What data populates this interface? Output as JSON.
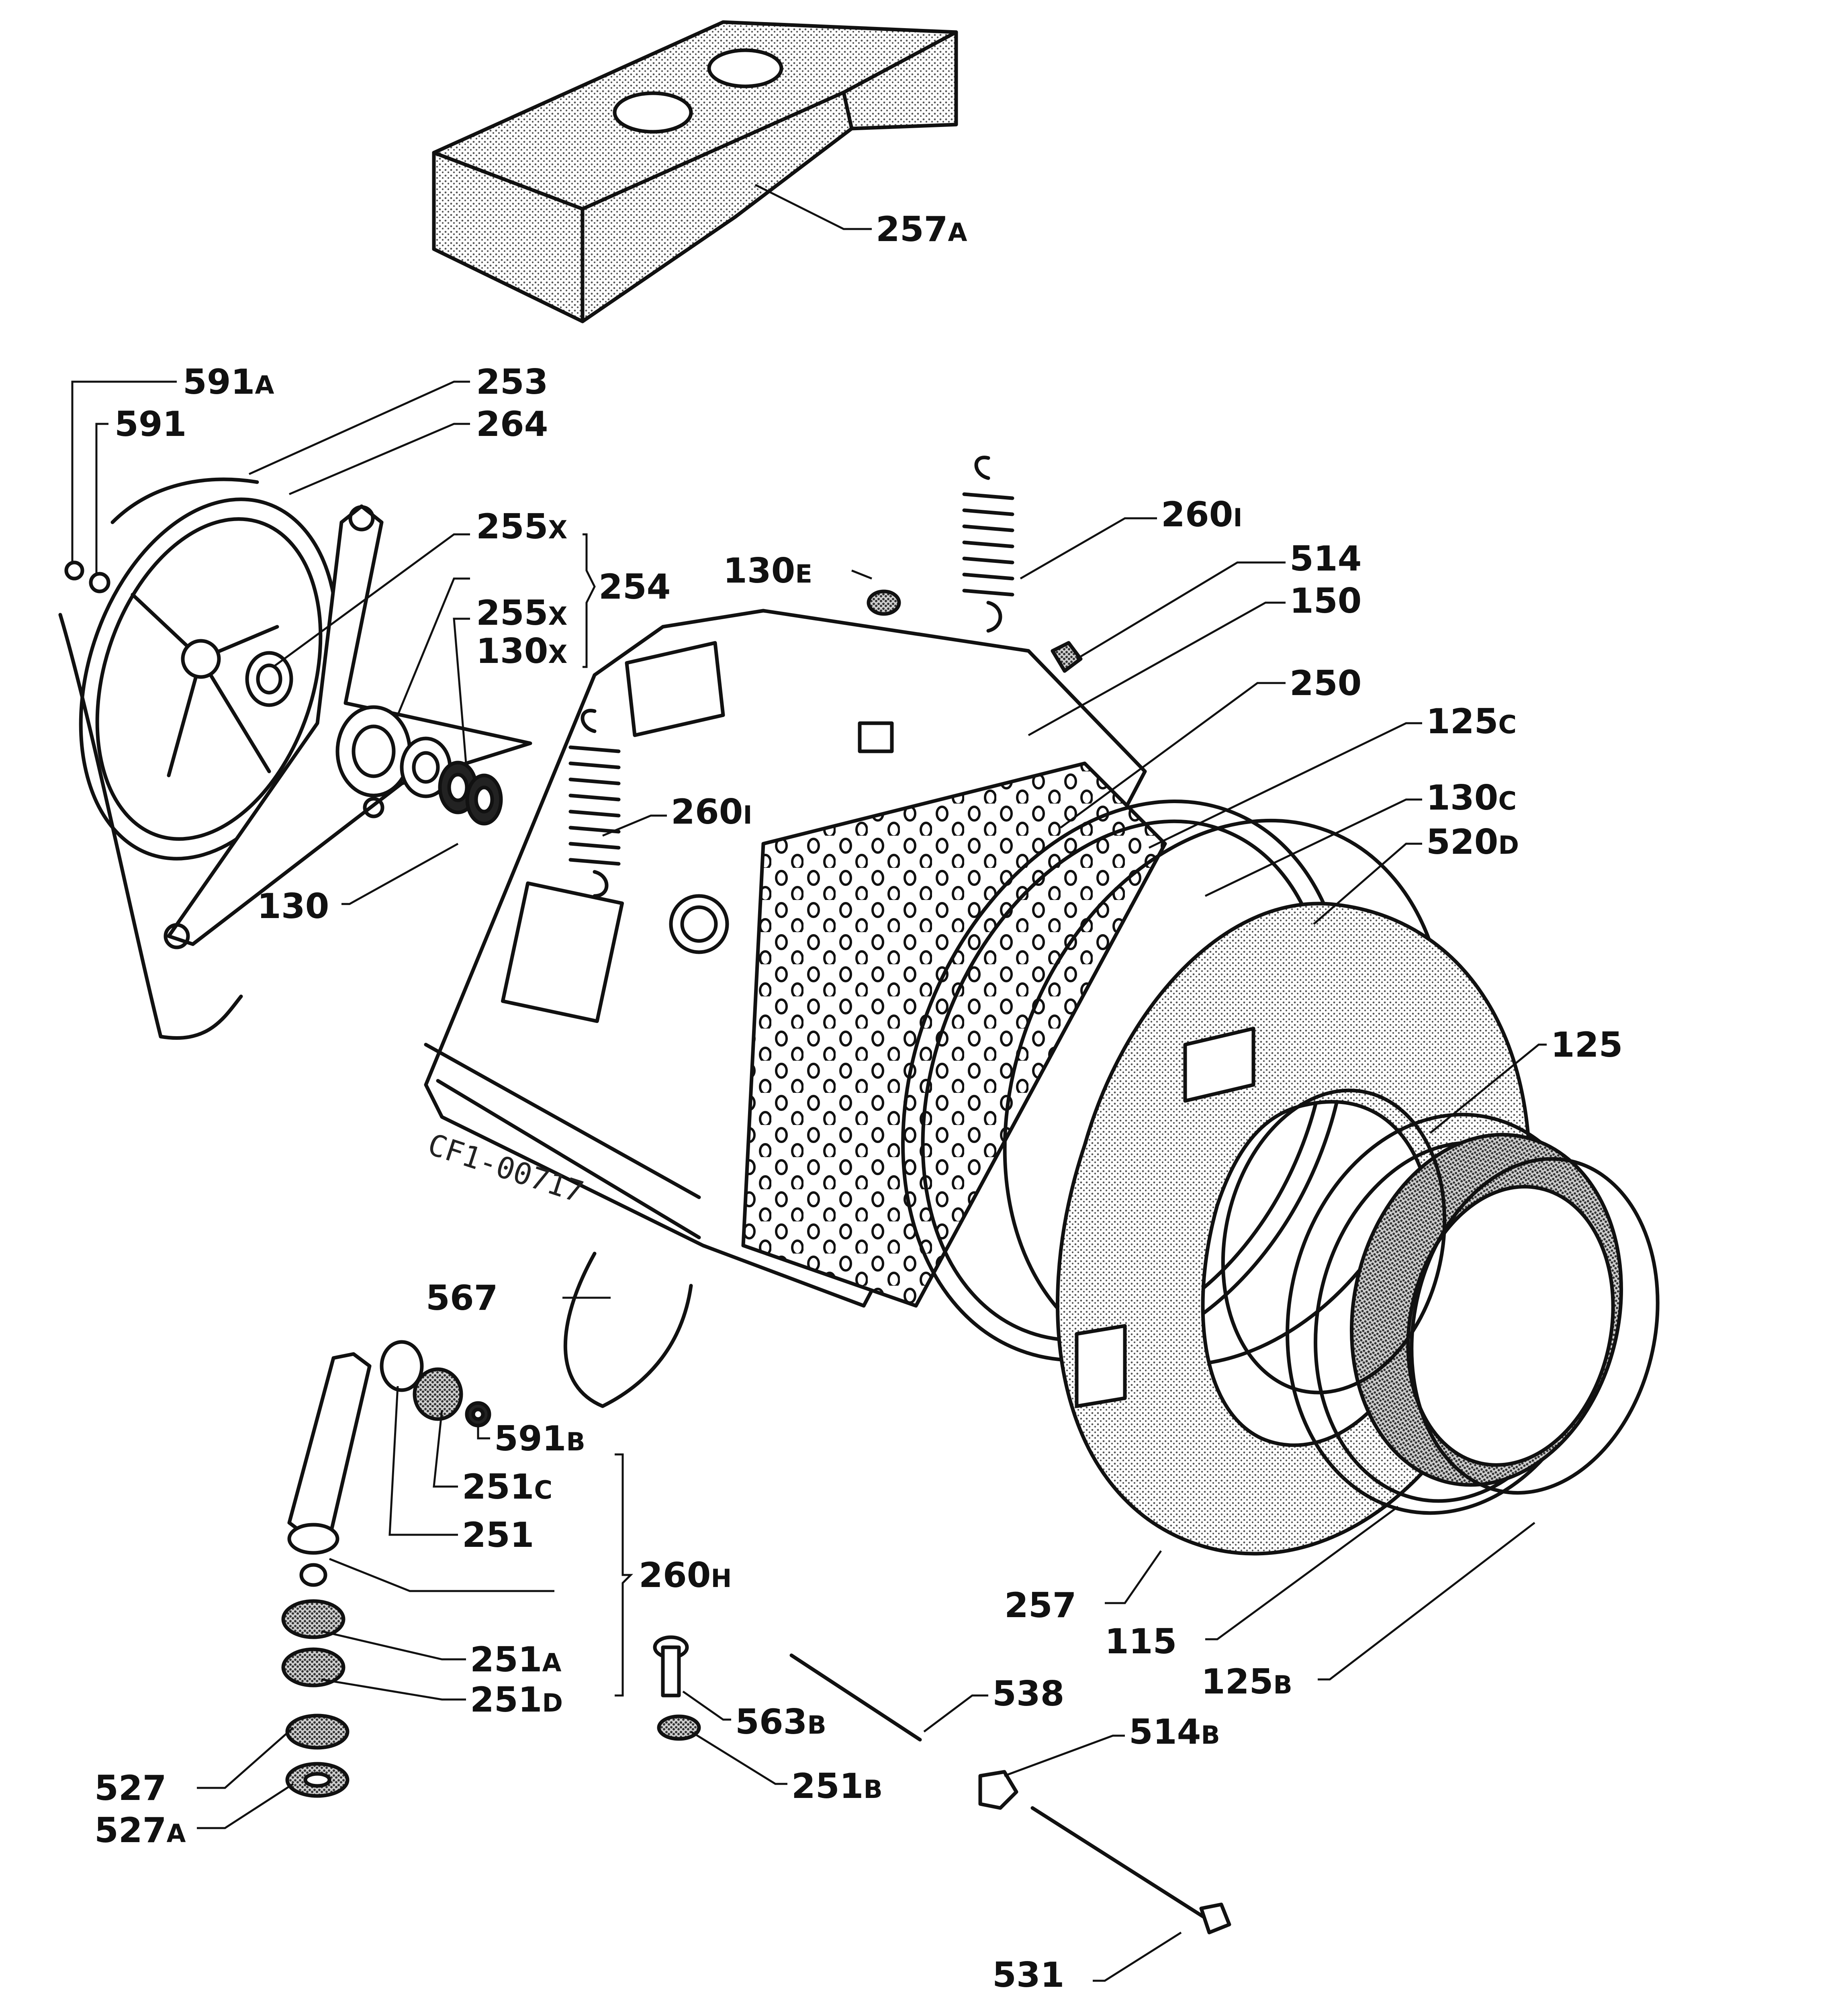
{
  "diagram_code": "CF1-00717",
  "colors": {
    "ink": "#111111",
    "stipple": "#bdbdbd",
    "paper": "#ffffff"
  },
  "labels": {
    "p257a": {
      "num": "257",
      "sfx": "A"
    },
    "p591a": {
      "num": "591",
      "sfx": "A"
    },
    "p253": {
      "num": "253",
      "sfx": ""
    },
    "p591": {
      "num": "591",
      "sfx": ""
    },
    "p264": {
      "num": "264",
      "sfx": ""
    },
    "p260i_a": {
      "num": "260",
      "sfx": "I"
    },
    "p255x_a": {
      "num": "255",
      "sfx": "X"
    },
    "p254": {
      "num": "254",
      "sfx": ""
    },
    "p514": {
      "num": "514",
      "sfx": ""
    },
    "p130e": {
      "num": "130",
      "sfx": "E"
    },
    "p150": {
      "num": "150",
      "sfx": ""
    },
    "p255x_b": {
      "num": "255",
      "sfx": "X"
    },
    "p130x": {
      "num": "130",
      "sfx": "X"
    },
    "p250": {
      "num": "250",
      "sfx": ""
    },
    "p125c": {
      "num": "125",
      "sfx": "C"
    },
    "p260i_b": {
      "num": "260",
      "sfx": "I"
    },
    "p130c": {
      "num": "130",
      "sfx": "C"
    },
    "p520d": {
      "num": "520",
      "sfx": "D"
    },
    "p130": {
      "num": "130",
      "sfx": ""
    },
    "p125": {
      "num": "125",
      "sfx": ""
    },
    "p567": {
      "num": "567",
      "sfx": ""
    },
    "p591b": {
      "num": "591",
      "sfx": "B"
    },
    "p251c": {
      "num": "251",
      "sfx": "C"
    },
    "p251": {
      "num": "251",
      "sfx": ""
    },
    "p260h": {
      "num": "260",
      "sfx": "H"
    },
    "p257": {
      "num": "257",
      "sfx": ""
    },
    "p115": {
      "num": "115",
      "sfx": ""
    },
    "p125b": {
      "num": "125",
      "sfx": "B"
    },
    "p251a": {
      "num": "251",
      "sfx": "A"
    },
    "p251d": {
      "num": "251",
      "sfx": "D"
    },
    "p538": {
      "num": "538",
      "sfx": ""
    },
    "p563b": {
      "num": "563",
      "sfx": "B"
    },
    "p514b": {
      "num": "514",
      "sfx": "B"
    },
    "p527": {
      "num": "527",
      "sfx": ""
    },
    "p527a": {
      "num": "527",
      "sfx": "A"
    },
    "p251b": {
      "num": "251",
      "sfx": "B"
    },
    "p531": {
      "num": "531",
      "sfx": ""
    }
  }
}
